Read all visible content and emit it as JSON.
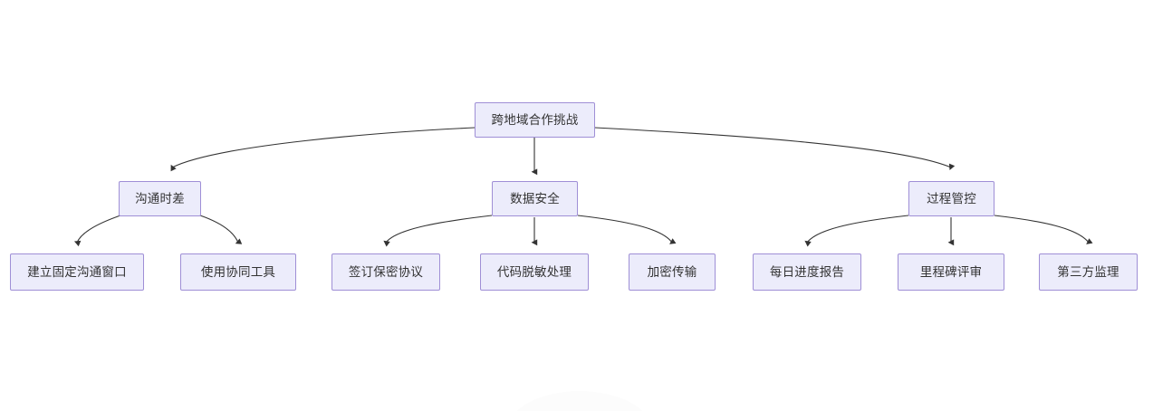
{
  "diagram": {
    "type": "tree",
    "title": "跨地域合作挑战",
    "orientation": "top-down",
    "colors": {
      "node_fill": "#ececfb",
      "node_border": "#9f8fd6",
      "edge_stroke": "#333333",
      "text": "#333333",
      "background": "#ffffff"
    },
    "root": {
      "id": "root",
      "label": "跨地域合作挑战"
    },
    "branches": [
      {
        "id": "branch-1",
        "label": "沟通时差",
        "children": [
          {
            "id": "leaf-1-1",
            "label": "建立固定沟通窗口"
          },
          {
            "id": "leaf-1-2",
            "label": "使用协同工具"
          }
        ]
      },
      {
        "id": "branch-2",
        "label": "数据安全",
        "children": [
          {
            "id": "leaf-2-1",
            "label": "签订保密协议"
          },
          {
            "id": "leaf-2-2",
            "label": "代码脱敏处理"
          },
          {
            "id": "leaf-2-3",
            "label": "加密传输"
          }
        ]
      },
      {
        "id": "branch-3",
        "label": "过程管控",
        "children": [
          {
            "id": "leaf-3-1",
            "label": "每日进度报告"
          },
          {
            "id": "leaf-3-2",
            "label": "里程碑评审"
          },
          {
            "id": "leaf-3-3",
            "label": "第三方监理"
          }
        ]
      }
    ]
  }
}
